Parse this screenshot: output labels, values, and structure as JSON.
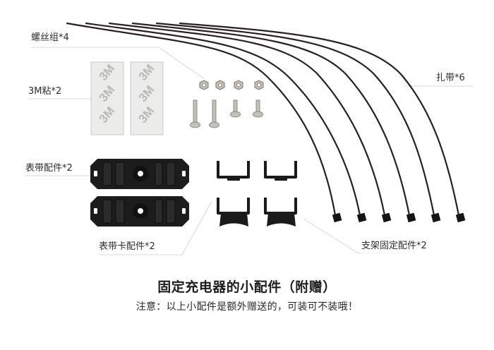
{
  "labels": {
    "screws": "螺丝组*4",
    "adhesive": "3M粘*2",
    "cable_ties": "扎带*6",
    "strap_parts": "表带配件*2",
    "strap_clip_parts": "表带卡配件*2",
    "bracket_parts": "支架固定配件*2"
  },
  "footer": {
    "title": "固定充电器的小配件（附赠）",
    "note": "注意：以上小配件是额外赠送的，可装可不装哦！"
  },
  "pad_text": "3M",
  "colors": {
    "leader_line": "#d6d6d6",
    "plastic": "#1a1a1a",
    "cable": "#2a1f22",
    "metal": "#b8b4ad",
    "pad": "#ececea"
  }
}
